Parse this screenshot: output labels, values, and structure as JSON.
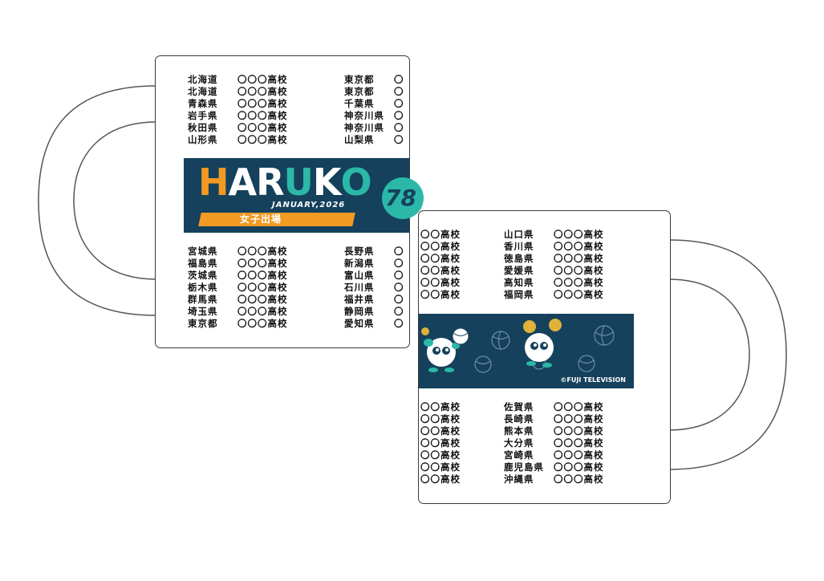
{
  "left_mug": {
    "top_left": [
      {
        "pref": "北海道",
        "school": "〇〇〇高校"
      },
      {
        "pref": "北海道",
        "school": "〇〇〇高校"
      },
      {
        "pref": "青森県",
        "school": "〇〇〇高校"
      },
      {
        "pref": "岩手県",
        "school": "〇〇〇高校"
      },
      {
        "pref": "秋田県",
        "school": "〇〇〇高校"
      },
      {
        "pref": "山形県",
        "school": "〇〇〇高校"
      }
    ],
    "top_right": [
      {
        "pref": "東京都",
        "school": "〇"
      },
      {
        "pref": "東京都",
        "school": "〇"
      },
      {
        "pref": "千葉県",
        "school": "〇"
      },
      {
        "pref": "神奈川県",
        "school": "〇"
      },
      {
        "pref": "神奈川県",
        "school": "〇"
      },
      {
        "pref": "山梨県",
        "school": "〇"
      }
    ],
    "bottom_left": [
      {
        "pref": "宮城県",
        "school": "〇〇〇高校"
      },
      {
        "pref": "福島県",
        "school": "〇〇〇高校"
      },
      {
        "pref": "茨城県",
        "school": "〇〇〇高校"
      },
      {
        "pref": "栃木県",
        "school": "〇〇〇高校"
      },
      {
        "pref": "群馬県",
        "school": "〇〇〇高校"
      },
      {
        "pref": "埼玉県",
        "school": "〇〇〇高校"
      },
      {
        "pref": "東京都",
        "school": "〇〇〇高校"
      }
    ],
    "bottom_right": [
      {
        "pref": "長野県",
        "school": "〇"
      },
      {
        "pref": "新潟県",
        "school": "〇"
      },
      {
        "pref": "富山県",
        "school": "〇"
      },
      {
        "pref": "石川県",
        "school": "〇"
      },
      {
        "pref": "福井県",
        "school": "〇"
      },
      {
        "pref": "静岡県",
        "school": "〇"
      },
      {
        "pref": "愛知県",
        "school": "〇"
      }
    ],
    "banner": {
      "title_letters": [
        "H",
        "A",
        "R",
        "U",
        "K",
        "O"
      ],
      "date": "JANUARY,2026",
      "label": "女子出場",
      "number": "78"
    }
  },
  "right_mug": {
    "top_left": [
      "〇〇高校",
      "〇〇高校",
      "〇〇高校",
      "〇〇高校",
      "〇〇高校",
      "〇〇高校"
    ],
    "top_right": [
      {
        "pref": "山口県",
        "school": "〇〇〇高校"
      },
      {
        "pref": "香川県",
        "school": "〇〇〇高校"
      },
      {
        "pref": "徳島県",
        "school": "〇〇〇高校"
      },
      {
        "pref": "愛媛県",
        "school": "〇〇〇高校"
      },
      {
        "pref": "高知県",
        "school": "〇〇〇高校"
      },
      {
        "pref": "福岡県",
        "school": "〇〇〇高校"
      }
    ],
    "bottom_left": [
      "〇〇高校",
      "〇〇高校",
      "〇〇高校",
      "〇〇高校",
      "〇〇高校",
      "〇〇高校",
      "〇〇高校"
    ],
    "bottom_right": [
      {
        "pref": "佐賀県",
        "school": "〇〇〇高校"
      },
      {
        "pref": "長崎県",
        "school": "〇〇〇高校"
      },
      {
        "pref": "熊本県",
        "school": "〇〇〇高校"
      },
      {
        "pref": "大分県",
        "school": "〇〇〇高校"
      },
      {
        "pref": "宮崎県",
        "school": "〇〇〇高校"
      },
      {
        "pref": "鹿児島県",
        "school": "〇〇〇高校"
      },
      {
        "pref": "沖縄県",
        "school": "〇〇〇高校"
      }
    ],
    "banner": {
      "copyright": "©FUJI TELEVISION"
    }
  },
  "colors": {
    "navy": "#15415c",
    "teal": "#2bb8a8",
    "orange": "#f29a22",
    "white": "#ffffff"
  },
  "icons": [
    "mascot-icon",
    "volleyball-icon"
  ]
}
